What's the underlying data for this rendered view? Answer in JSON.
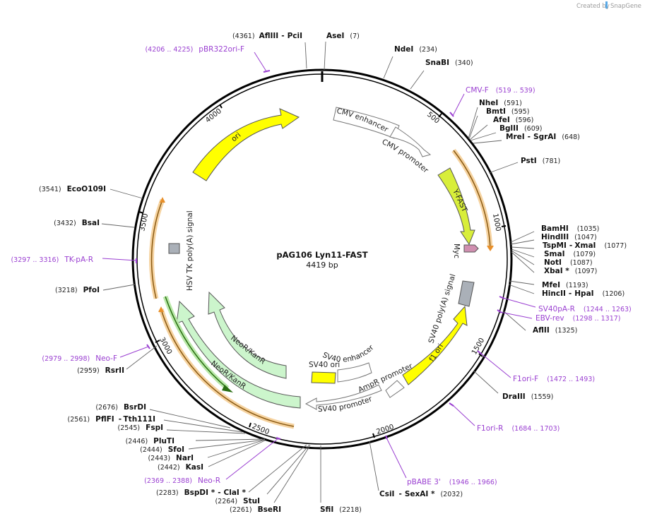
{
  "credit": {
    "prefix": "Created by",
    "brand": "SnapGene"
  },
  "plasmid": {
    "name": "pAG106 Lyn11-FAST",
    "length": "4419 bp"
  },
  "ticks": [
    "500",
    "1000",
    "1500",
    "2000",
    "2500",
    "3000",
    "3500",
    "4000"
  ],
  "features": {
    "cmv_enhancer": "CMV enhancer",
    "cmv_promoter": "CMV promoter",
    "y_fast": "Y-FAST",
    "myc": "Myc",
    "sv40_polya": "SV40 poly(A) signal",
    "f1_ori": "f1 ori",
    "ampr_promoter": "AmpR promoter",
    "sv40_enhancer": "SV40 enhancer",
    "sv40_ori": "SV40 ori",
    "sv40_promoter": "SV40 promoter",
    "neor_outer": "NeoR/KanR",
    "neor_inner": "NeoR/KanR",
    "hsv_tk": "HSV TK poly(A) signal",
    "ori": "ori"
  },
  "sites": [
    {
      "name": "AflIII",
      "name2": "PciI",
      "pos": "(4361)"
    },
    {
      "name": "AseI",
      "pos": "(7)"
    },
    {
      "name": "NdeI",
      "pos": "(234)"
    },
    {
      "name": "SnaBI",
      "pos": "(340)"
    },
    {
      "name": "NheI",
      "pos": "(591)"
    },
    {
      "name": "BmtI",
      "pos": "(595)"
    },
    {
      "name": "AfeI",
      "pos": "(596)"
    },
    {
      "name": "BglII",
      "pos": "(609)"
    },
    {
      "name": "MreI",
      "name2": "SgrAI",
      "pos": "(648)"
    },
    {
      "name": "PstI",
      "pos": "(781)"
    },
    {
      "name": "BamHI",
      "pos": "(1035)"
    },
    {
      "name": "HindIII",
      "pos": "(1047)"
    },
    {
      "name": "TspMI",
      "name2": "XmaI",
      "pos": "(1077)"
    },
    {
      "name": "SmaI",
      "pos": "(1079)"
    },
    {
      "name": "NotI",
      "pos": "(1087)"
    },
    {
      "name": "XbaI *",
      "pos": "(1097)"
    },
    {
      "name": "MfeI",
      "pos": "(1193)"
    },
    {
      "name": "HincII",
      "name2": "HpaI",
      "pos": "(1206)"
    },
    {
      "name": "AflII",
      "pos": "(1325)"
    },
    {
      "name": "DraIII",
      "pos": "(1559)"
    },
    {
      "name": "CsiI",
      "name2": "SexAI *",
      "pos": "(2032)"
    },
    {
      "name": "SfiI",
      "pos": "(2218)"
    },
    {
      "name": "BseRI",
      "pos": "(2261)"
    },
    {
      "name": "StuI",
      "pos": "(2264)"
    },
    {
      "name": "BspDI *",
      "name2": "ClaI *",
      "pos": "(2283)"
    },
    {
      "name": "KasI",
      "pos": "(2442)"
    },
    {
      "name": "NarI",
      "pos": "(2443)"
    },
    {
      "name": "SfoI",
      "pos": "(2444)"
    },
    {
      "name": "PluTI",
      "pos": "(2446)"
    },
    {
      "name": "FspI",
      "pos": "(2545)"
    },
    {
      "name": "PflFI",
      "name2": "Tth111I",
      "pos": "(2561)"
    },
    {
      "name": "BsrDI",
      "pos": "(2676)"
    },
    {
      "name": "RsrII",
      "pos": "(2959)"
    },
    {
      "name": "PfoI",
      "pos": "(3218)"
    },
    {
      "name": "BsaI",
      "pos": "(3432)"
    },
    {
      "name": "EcoO109I",
      "pos": "(3541)"
    }
  ],
  "primers": [
    {
      "name": "pBR322ori-F",
      "range": "(4206 .. 4225)"
    },
    {
      "name": "CMV-F",
      "range": "(519 .. 539)"
    },
    {
      "name": "SV40pA-R",
      "range": "(1244 .. 1263)"
    },
    {
      "name": "EBV-rev",
      "range": "(1298 .. 1317)"
    },
    {
      "name": "F1ori-F",
      "range": "(1472 .. 1493)"
    },
    {
      "name": "F1ori-R",
      "range": "(1684 .. 1703)"
    },
    {
      "name": "pBABE 3'",
      "range": "(1946 .. 1966)"
    },
    {
      "name": "Neo-R",
      "range": "(2369 .. 2388)"
    },
    {
      "name": "Neo-F",
      "range": "(2979 .. 2998)"
    },
    {
      "name": "TK-pA-R",
      "range": "(3297 .. 3316)"
    }
  ]
}
